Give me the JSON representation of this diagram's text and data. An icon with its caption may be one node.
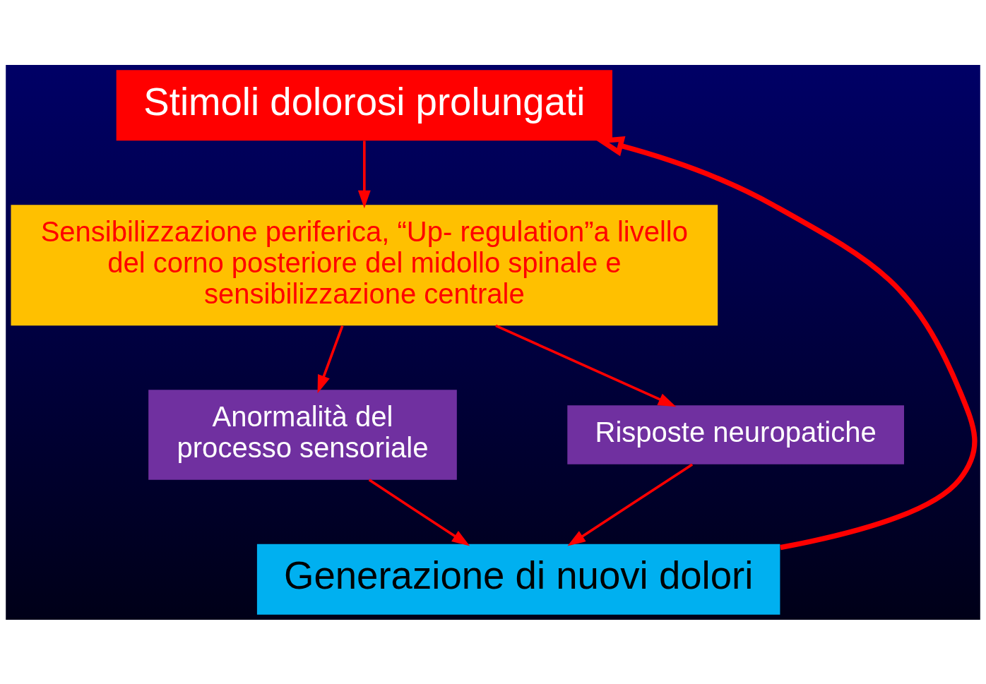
{
  "diagram": {
    "nodes": [
      {
        "text": [
          "Stimoli dolorosi prolungati"
        ]
      },
      {
        "text": [
          "Sensibilizzazione periferica, “Up- regulation”a livello del corno posteriore del midollo spinale e sensibilizzazione centrale"
        ]
      },
      {
        "text": [
          "Anormalità del processo sensoriale"
        ]
      },
      {
        "text": [
          "Risposte neuropatiche"
        ]
      },
      {
        "text": [
          "Generazione di nuovi dolori"
        ]
      }
    ],
    "edges": [
      {
        "from": 0,
        "to": 1,
        "arrow": "to"
      },
      {
        "from": 1,
        "to": 2,
        "arrow": "to"
      },
      {
        "from": 1,
        "to": 3,
        "arrow": "to"
      },
      {
        "from": 2,
        "to": 4,
        "arrow": "to"
      },
      {
        "from": 3,
        "to": 4,
        "arrow": "to"
      },
      {
        "from": 4,
        "to": 0,
        "arrow": "to",
        "style": "thick"
      }
    ]
  }
}
